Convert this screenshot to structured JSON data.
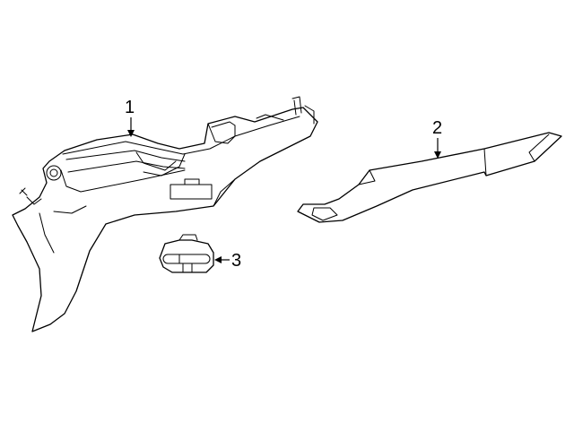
{
  "callouts": {
    "part_1": "1",
    "part_2": "2",
    "part_3": "3"
  },
  "colors": {
    "background": "#ffffff",
    "line": "#000000"
  }
}
